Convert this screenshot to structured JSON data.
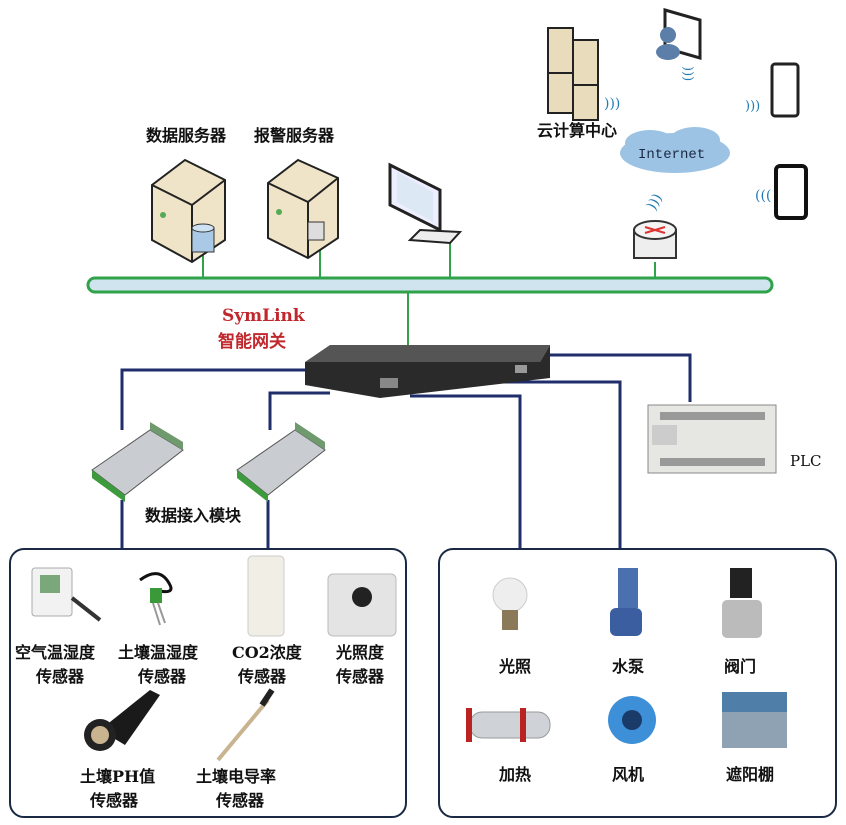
{
  "colors": {
    "bus_outline": "#2fa24a",
    "bus_fill": "#cfe4ee",
    "ethernet_link": "#2fa24a",
    "field_link": "#1f2d6b",
    "gateway_label": "#c0282d",
    "gateway_body": "#2a2a2a"
  },
  "top": {
    "data_server_label": "数据服务器",
    "alarm_server_label": "报警服务器",
    "cloud_center_label": "云计算中心",
    "internet_label": "Internet"
  },
  "gateway": {
    "name": "SymLink",
    "subtitle": "智能网关"
  },
  "module_label": "数据接入模块",
  "plc_label": "PLC",
  "sensors": [
    {
      "line1": "空气温湿度",
      "line2": "传感器",
      "icon": "air-temp-humidity-sensor"
    },
    {
      "line1": "土壤温湿度",
      "line2": "传感器",
      "icon": "soil-temp-humidity-sensor"
    },
    {
      "line1": "CO2浓度",
      "line2": "传感器",
      "icon": "co2-sensor"
    },
    {
      "line1": "光照度",
      "line2": "传感器",
      "icon": "light-sensor"
    },
    {
      "line1": "土壤PH值",
      "line2": "传感器",
      "icon": "soil-ph-sensor"
    },
    {
      "line1": "土壤电导率",
      "line2": "传感器",
      "icon": "soil-conductivity-sensor"
    }
  ],
  "actuators": [
    {
      "label": "光照",
      "icon": "light-bulb"
    },
    {
      "label": "水泵",
      "icon": "water-pump"
    },
    {
      "label": "阀门",
      "icon": "valve"
    },
    {
      "label": "加热",
      "icon": "heater"
    },
    {
      "label": "风机",
      "icon": "fan"
    },
    {
      "label": "遮阳棚",
      "icon": "shade-greenhouse"
    }
  ]
}
